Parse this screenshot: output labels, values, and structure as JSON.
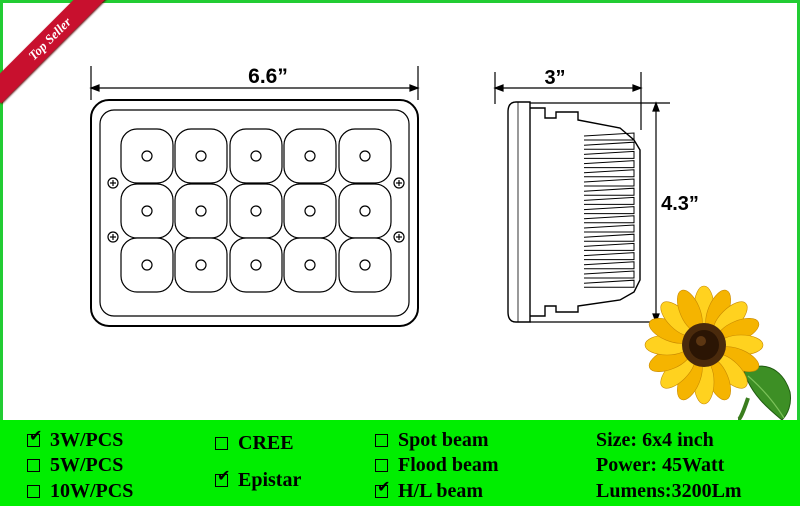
{
  "badge": {
    "text": "Top Seller"
  },
  "dimensions": {
    "width": "6.6”",
    "depth": "3”",
    "height": "4.3”"
  },
  "colors": {
    "border": "#22cc33",
    "bar": "#00ee00",
    "ribbon": "#c8102e"
  },
  "options": {
    "power": [
      {
        "label": "3W/PCS",
        "checked": true
      },
      {
        "label": "5W/PCS",
        "checked": false
      },
      {
        "label": "10W/PCS",
        "checked": false
      }
    ],
    "chip": [
      {
        "label": "CREE",
        "checked": false
      },
      {
        "label": "Epistar",
        "checked": true
      }
    ],
    "beam": [
      {
        "label": "Spot beam",
        "checked": false
      },
      {
        "label": "Flood beam",
        "checked": false
      },
      {
        "label": "H/L beam",
        "checked": true
      }
    ]
  },
  "specs": [
    {
      "text": "Size: 6x4 inch"
    },
    {
      "text": "Power: 45Watt"
    },
    {
      "text": "Lumens:3200Lm"
    }
  ]
}
